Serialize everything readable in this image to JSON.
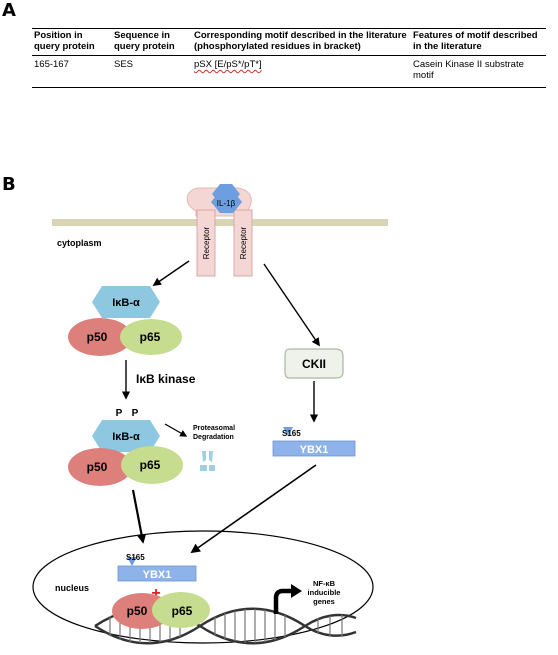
{
  "panel_a": {
    "label": "A",
    "headers": [
      "Position in query protein",
      "Sequence in query protein",
      "Corresponding motif described in the literature (phosphorylated residues in bracket)",
      "Features of motif described in the literature"
    ],
    "rows": [
      [
        "165-167",
        "SES",
        "pSX [E/pS*/pT*]",
        "Casein Kinase II substrate motif"
      ]
    ]
  },
  "panel_b": {
    "label": "B",
    "il1b": "IL-1β",
    "receptor_left": "Receptor",
    "receptor_right": "Receptor",
    "cytoplasm": "cytoplasm",
    "ikba_top": "IκB-α",
    "p50_top": "p50",
    "p65_top": "p65",
    "ikb_kinase": "IκB kinase",
    "phospho_p1": "P",
    "phospho_p2": "P",
    "ikba_mid": "IκB-α",
    "proteasomal_line1": "Proteasomal",
    "proteasomal_line2": "Degradation",
    "p50_mid": "p50",
    "p65_mid": "p65",
    "ckii": "CKII",
    "s165_cyto": "S165",
    "ybx1_cyto": "YBX1",
    "nucleus": "nucleus",
    "s165_nuc": "S165",
    "ybx1_nuc": "YBX1",
    "plus": "+",
    "p50_nuc": "p50",
    "p65_nuc": "p65",
    "nfkb_line1": "NF-κB",
    "nfkb_line2": "inducible",
    "nfkb_line3": "genes"
  },
  "colors": {
    "membrane": "#d9d4b5",
    "receptor": "#f4d6d4",
    "ligand": "#6d9ee0",
    "ikba": "#8ec8e0",
    "p50": "#dd807c",
    "p65": "#c6dc8e",
    "ybx1": "#8db3ea",
    "plus": "#e02020"
  }
}
